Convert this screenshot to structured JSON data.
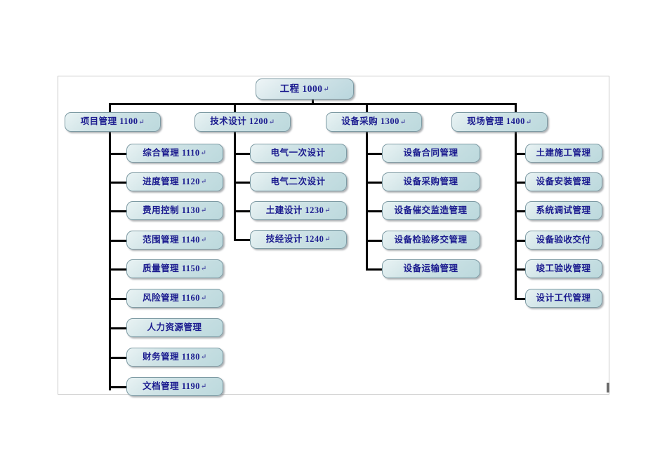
{
  "diagram": {
    "type": "organizational-breakdown-structure",
    "title_node": {
      "label": "工程 1000",
      "mark": "↵"
    },
    "colors": {
      "node_fill": "#cfe3e6",
      "node_border": "#7d9aa3",
      "text": "#1b1b8f",
      "connector": "#000000",
      "frame": "#c9c9c9",
      "background": "#ffffff"
    },
    "columns": [
      {
        "parent": {
          "label": "项目管理 1100",
          "mark": "↵"
        },
        "children": [
          {
            "label": "综合管理 1110",
            "mark": "↵"
          },
          {
            "label": "进度管理 1120",
            "mark": "↵"
          },
          {
            "label": "费用控制 1130",
            "mark": "↵"
          },
          {
            "label": "范围管理 1140",
            "mark": "↵"
          },
          {
            "label": "质量管理 1150",
            "mark": "↵"
          },
          {
            "label": "风险管理 1160",
            "mark": "↵"
          },
          {
            "label": "人力资源管理",
            "mark": ""
          },
          {
            "label": "财务管理 1180",
            "mark": "↵"
          },
          {
            "label": "文档管理 1190",
            "mark": "↵"
          }
        ]
      },
      {
        "parent": {
          "label": "技术设计 1200",
          "mark": "↵"
        },
        "children": [
          {
            "label": "电气一次设计",
            "mark": ""
          },
          {
            "label": "电气二次设计",
            "mark": ""
          },
          {
            "label": "土建设计 1230",
            "mark": "↵"
          },
          {
            "label": "技经设计 1240",
            "mark": "↵"
          }
        ]
      },
      {
        "parent": {
          "label": "设备采购 1300",
          "mark": "↵"
        },
        "children": [
          {
            "label": "设备合同管理",
            "mark": ""
          },
          {
            "label": "设备采购管理",
            "mark": ""
          },
          {
            "label": "设备催交监造管理",
            "mark": ""
          },
          {
            "label": "设备检验移交管理",
            "mark": ""
          },
          {
            "label": "设备运输管理",
            "mark": ""
          }
        ]
      },
      {
        "parent": {
          "label": "现场管理 1400",
          "mark": "↵"
        },
        "children": [
          {
            "label": "土建施工管理",
            "mark": ""
          },
          {
            "label": "设备安装管理",
            "mark": ""
          },
          {
            "label": "系统调试管理",
            "mark": ""
          },
          {
            "label": "设备验收交付",
            "mark": ""
          },
          {
            "label": "竣工验收管理",
            "mark": ""
          },
          {
            "label": "设计工代管理",
            "mark": ""
          }
        ]
      }
    ]
  }
}
